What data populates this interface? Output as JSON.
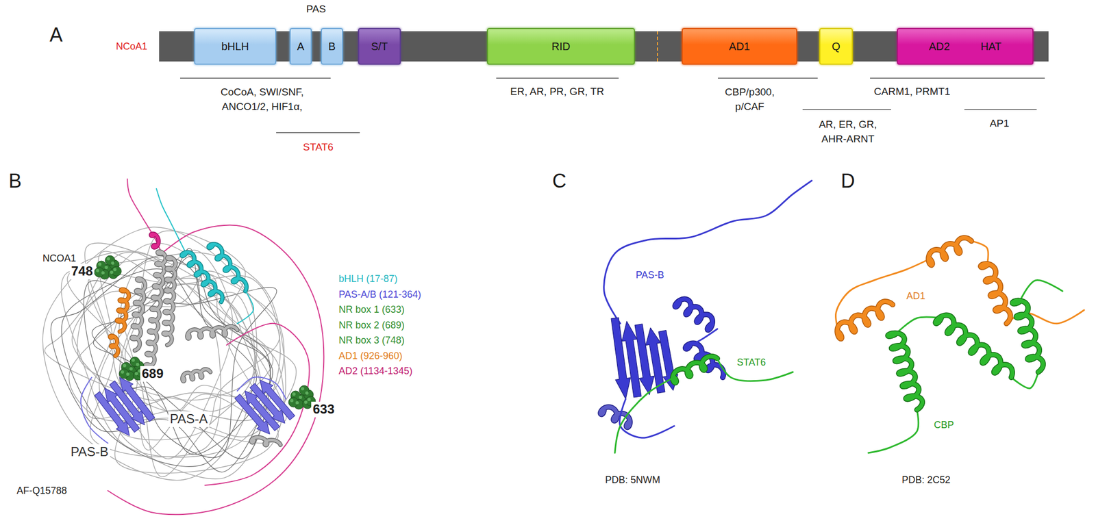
{
  "diagram": {
    "nodes": [
      {
        "text": [
          "NCoA1"
        ]
      },
      {
        "text": [
          "bHLH"
        ],
        "in": 0
      },
      {
        "text": [
          "A"
        ],
        "in": 0
      },
      {
        "text": [
          "B"
        ],
        "in": 0
      },
      {
        "text": [
          "S/T"
        ],
        "in": 0
      },
      {
        "text": [
          "RID"
        ],
        "in": 0
      },
      {
        "text": [
          "AD1"
        ],
        "in": 0
      },
      {
        "text": [
          "Q"
        ],
        "in": 0
      },
      {
        "text": [
          "AD2",
          "HAT"
        ],
        "in": 0
      }
    ],
    "labels": [
      "A",
      "PAS",
      "CoCoA, SWI/SNF, ANCO1/2, HIF1α,",
      "STAT6",
      "ER, AR, PR, GR, TR",
      "CBP/p300, p/CAF",
      "AR, ER, GR, AHR-ARNT",
      "CARM1, PRMT1",
      "AP1",
      "B",
      "NCOA1",
      "748",
      "689",
      "633",
      "PAS-A",
      "PAS-B",
      "AF-Q15788",
      "bHLH (17-87)",
      "PAS-A/B (121-364)",
      "NR box 1 (633)",
      "NR box 2 (689)",
      "NR box 3 (748)",
      "AD1 (926-960)",
      "AD2 (1134-1345)",
      "C",
      "PAS-B",
      "STAT6",
      "PDB: 5NWM",
      "D",
      "AD1",
      "CBP",
      "PDB: 2C52"
    ]
  }
}
